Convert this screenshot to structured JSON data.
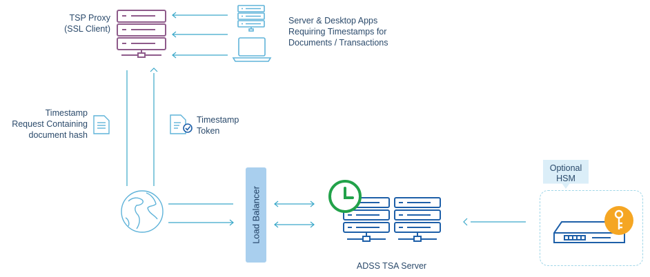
{
  "labels": {
    "tsp_proxy": "TSP Proxy\n(SSL Client)",
    "apps": "Server & Desktop Apps\nRequiring Timestamps for\nDocuments / Transactions",
    "request": "Timestamp\nRequest Containing\ndocument hash",
    "token": "Timestamp\nToken",
    "load_balancer": "Load Balancer",
    "tsa_server": "ADSS TSA Server",
    "hsm": "Optional\nHSM"
  },
  "colors": {
    "proxy": "#8e5a8a",
    "lines": "#3aa8c9",
    "servers": "#1d5fa8",
    "clock": "#22a24a",
    "key": "#f5a623",
    "globe": "#5fb3d9",
    "load_balancer": "#a9cfee"
  },
  "icons": [
    "server-rack-icon",
    "desktop-server-icon",
    "laptop-icon",
    "document-icon",
    "document-check-icon",
    "globe-icon",
    "clock-icon",
    "hsm-device-icon",
    "key-icon"
  ]
}
